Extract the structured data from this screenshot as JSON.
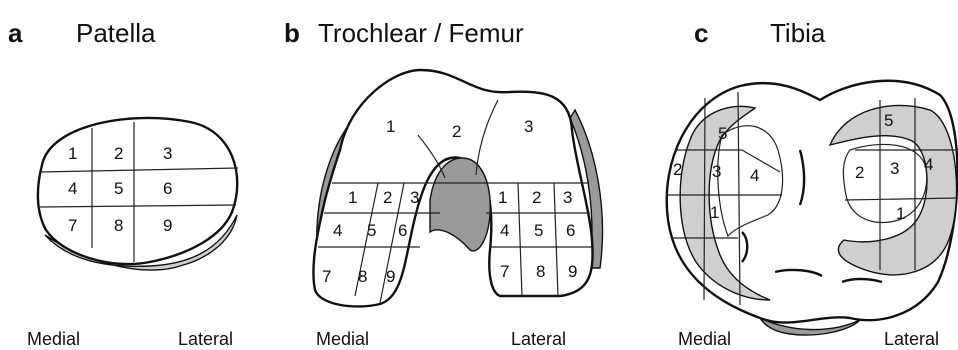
{
  "panels": [
    {
      "letter": "a",
      "title": "Patella",
      "zones": [
        "1",
        "2",
        "3",
        "4",
        "5",
        "6",
        "7",
        "8",
        "9"
      ],
      "medial": "Medial",
      "lateral": "Lateral"
    },
    {
      "letter": "b",
      "title": "Trochlear / Femur",
      "trochlear_zones": [
        "1",
        "2",
        "3"
      ],
      "medial_condyle_zones": [
        "1",
        "2",
        "3",
        "4",
        "5",
        "6",
        "7",
        "8",
        "9"
      ],
      "lateral_condyle_zones": [
        "1",
        "2",
        "3",
        "4",
        "5",
        "6",
        "7",
        "8",
        "9"
      ],
      "medial": "Medial",
      "lateral": "Lateral"
    },
    {
      "letter": "c",
      "title": "Tibia",
      "medial_plateau_zones": [
        "1",
        "2",
        "3",
        "4",
        "5"
      ],
      "lateral_plateau_zones": [
        "1",
        "2",
        "3",
        "4",
        "5"
      ],
      "medial": "Medial",
      "lateral": "Lateral"
    }
  ],
  "colors": {
    "outline": "#111111",
    "cartilage_shade": "#cfcfcf",
    "dark_shade": "#9a9a9a",
    "background": "#ffffff"
  }
}
